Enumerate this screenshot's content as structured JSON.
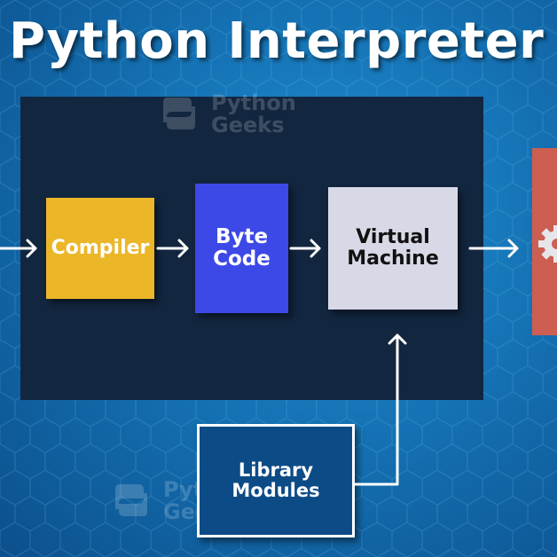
{
  "title": "Python Interpreter",
  "nodes": {
    "compiler": "Compiler",
    "byte_code": "Byte Code",
    "virtual_machine": "Virtual Machine",
    "library_modules": "Library Modules"
  },
  "watermark": {
    "line1": "Python",
    "line2": "Geeks"
  },
  "colors": {
    "background": "#1572b4",
    "panel": "#12263f",
    "compiler": "#ebb628",
    "byte_code": "#3d49e6",
    "virtual_machine": "#d8d9e6",
    "library_modules": "#0d4b86",
    "output": "#cd5e52",
    "arrows": "#ffffff"
  },
  "icons": {
    "output": "gear-icon",
    "watermark": "python-logo-icon"
  }
}
